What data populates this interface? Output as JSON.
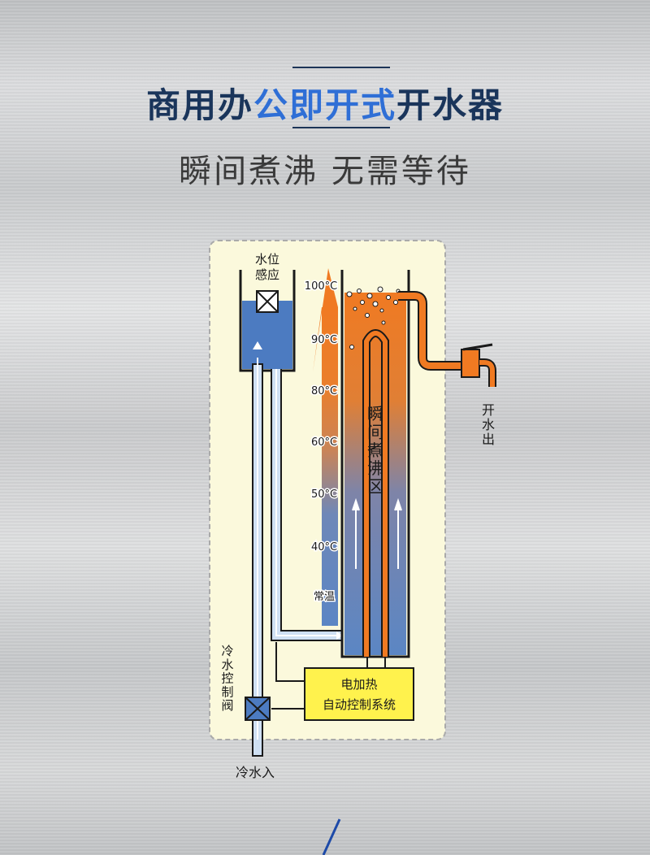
{
  "header": {
    "title_part1": "商用办",
    "title_part2": "公即开式",
    "title_part3": "开水器",
    "subtitle": "瞬间煮沸  无需等待"
  },
  "diagram": {
    "sensor_label_line1": "水位",
    "sensor_label_line2": "感应",
    "temperatures": [
      "100°C",
      "90°C",
      "80°C",
      "60°C",
      "50°C",
      "40°C",
      "常温"
    ],
    "boil_zone_label": "瞬间煮沸区",
    "hot_water_out_label": "开水出",
    "cold_valve_label": "冷水控制阀",
    "cold_water_in_label": "冷水入",
    "control_box_line1": "电加热",
    "control_box_line2": "自动控制系统"
  },
  "colors": {
    "title_dark": "#1a355b",
    "title_accent": "#2f6fd6",
    "water_blue": "#5b86c4",
    "heat_orange": "#e8822a",
    "panel_bg": "#fbf9dc",
    "control_box": "#fff24d"
  }
}
